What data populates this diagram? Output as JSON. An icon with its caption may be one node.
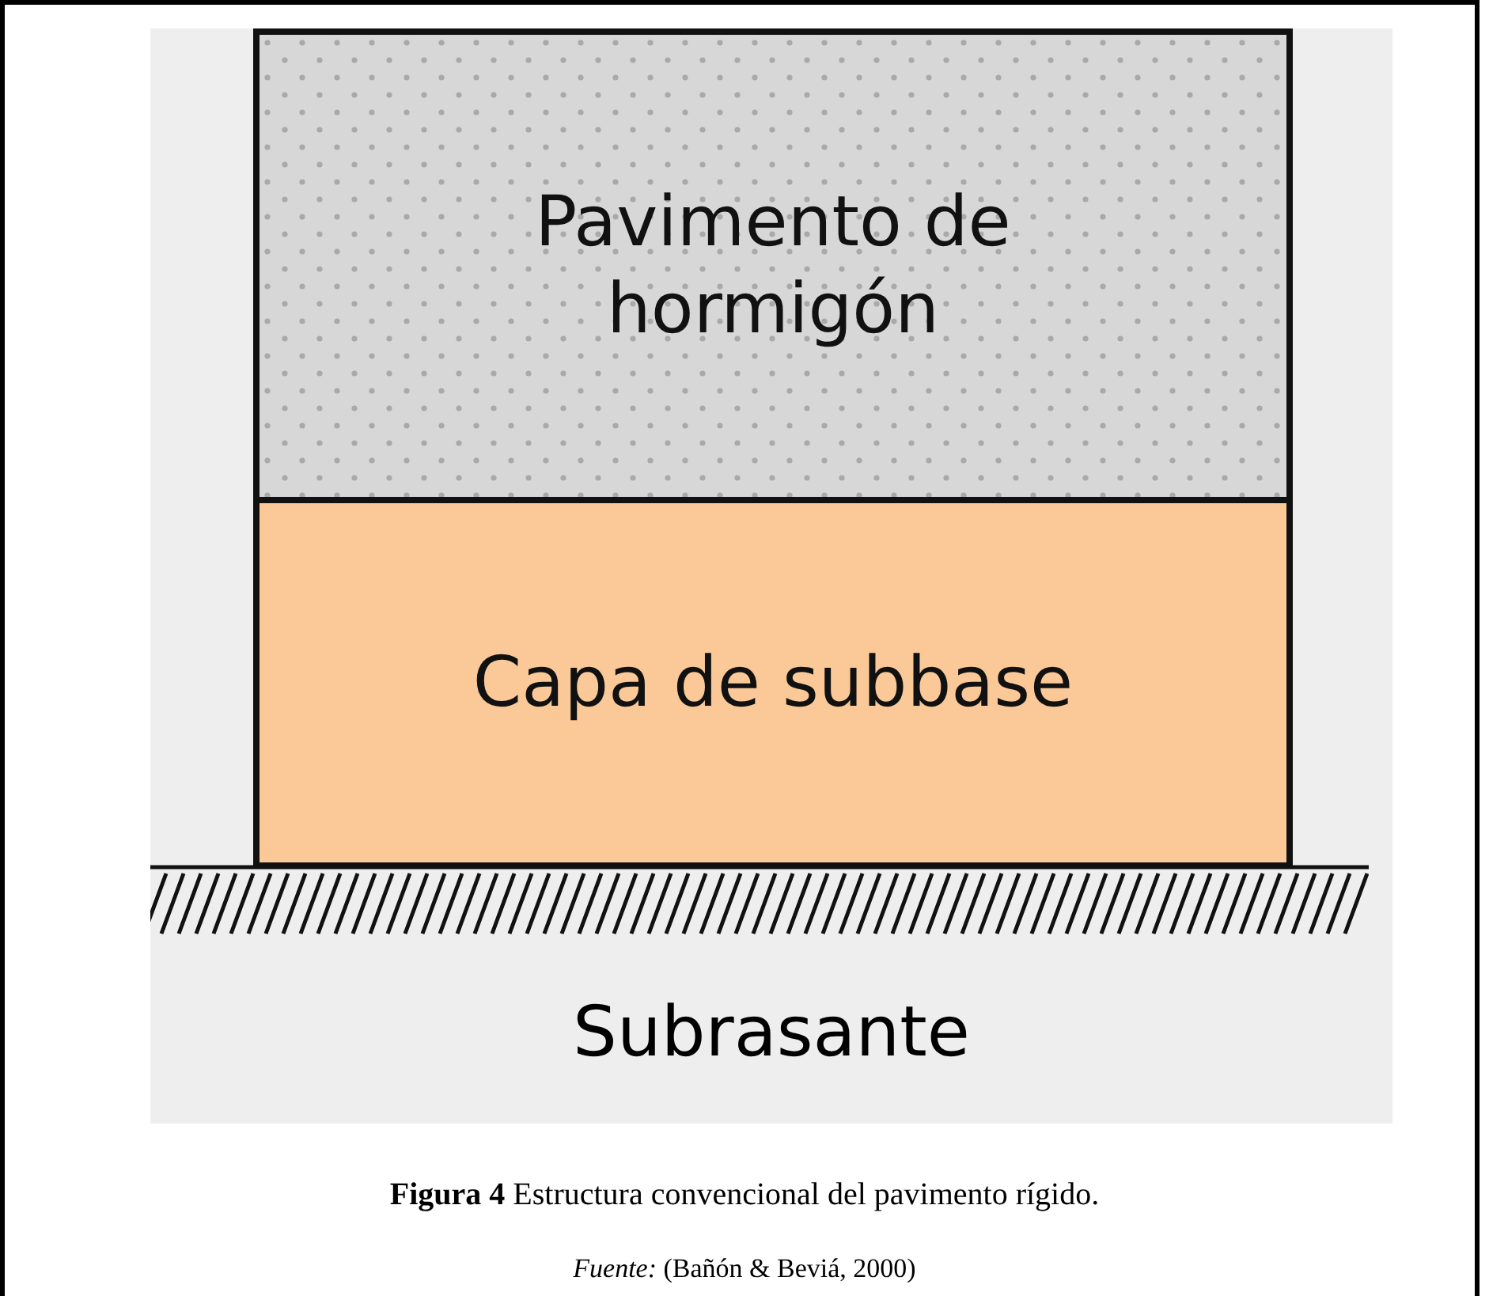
{
  "diagram": {
    "caption": "**Figura 4** Estructura convencional del pavimento rígido.",
    "nodes": [
      {
        "text": [
          "Pavimento de hormigón"
        ]
      },
      {
        "text": [
          "Capa de subbase"
        ]
      },
      {
        "text": [
          "Subrasante"
        ]
      }
    ],
    "labels": [
      "*Fuente:* (Bañón & Beviá, 2000)"
    ]
  }
}
